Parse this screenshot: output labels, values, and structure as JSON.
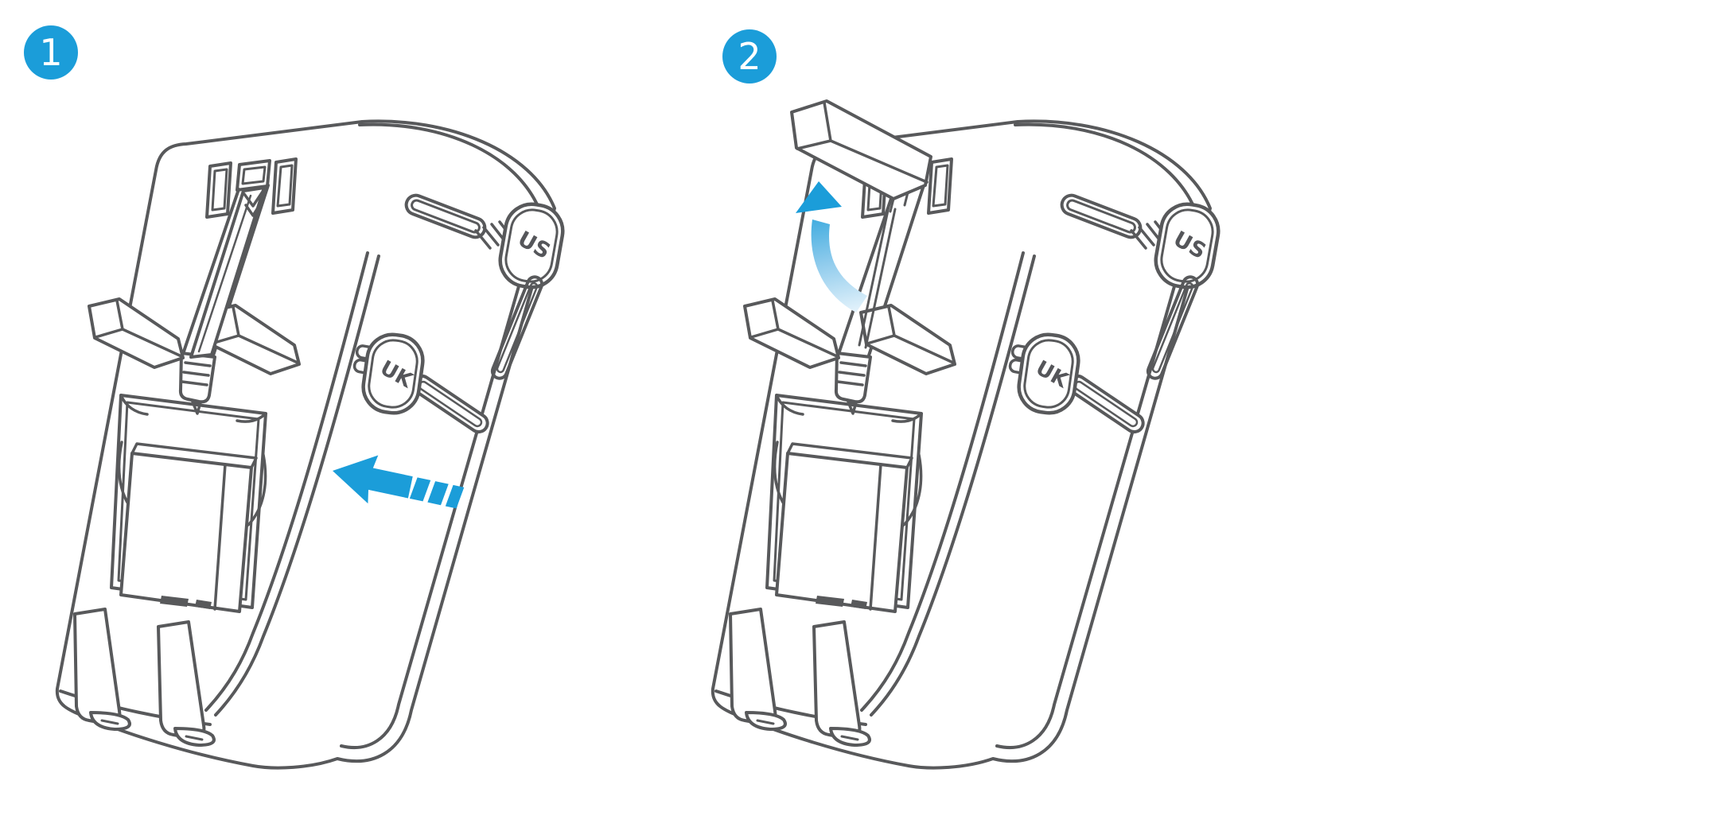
{
  "page": {
    "background": "#ffffff"
  },
  "colors": {
    "line": "#58595b",
    "accent": "#1b9dd9",
    "accent_light": "#dceefa",
    "badge_text": "#ffffff",
    "label_text": "#55565a"
  },
  "adapter": {
    "us_label": "US",
    "uk_label": "UK"
  },
  "steps": [
    {
      "number": "1",
      "arrow_icon": "slide-left-dashed-arrow"
    },
    {
      "number": "2",
      "arrow_icon": "flip-up-curved-arrow"
    }
  ]
}
